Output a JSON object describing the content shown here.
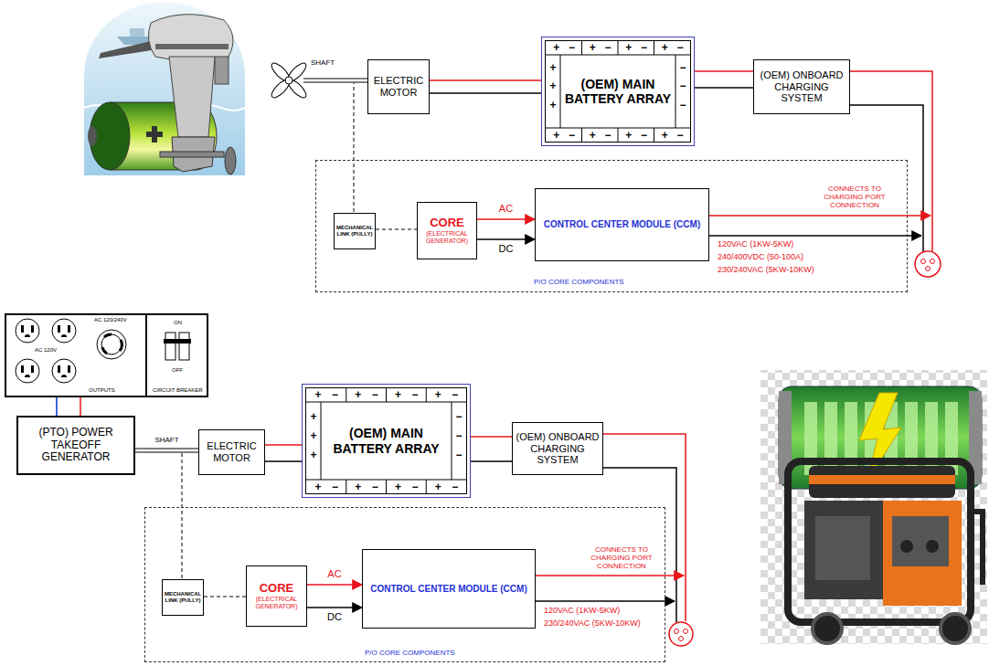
{
  "diagram": {
    "nodes": [
      {
        "text": [
          "ELECTRIC MOTOR"
        ]
      },
      {
        "text": [
          "(OEM) MAIN BATTERY ARRAY"
        ]
      },
      {
        "text": [
          "(OEM) ONBOARD CHARGING SYSTEM"
        ]
      },
      {
        "text": [
          "P/O CORE COMPONENTS"
        ]
      },
      {
        "text": [
          "MECHANICAL LINK (PULLY)"
        ],
        "in": 3
      },
      {
        "text": [
          "CORE",
          "(ELECTRICAL GENERATOR)"
        ],
        "in": 3
      },
      {
        "text": [
          "CONTROL CENTER MODULE (CCM)"
        ],
        "in": 3
      },
      {
        "text": [
          "AC 120/240V",
          "AC 120V",
          "OUTPUTS",
          "ON",
          "OFF",
          "CIRCUIT BREAKER"
        ]
      },
      {
        "text": [
          "(PTO) POWER TAKEOFF GENERATOR"
        ]
      },
      {
        "text": [
          "ELECTRIC MOTOR"
        ]
      },
      {
        "text": [
          "(OEM) MAIN BATTERY ARRAY"
        ]
      },
      {
        "text": [
          "(OEM) ONBOARD CHARGING SYSTEM"
        ]
      },
      {
        "text": [
          "P/O CORE COMPONENTS"
        ]
      },
      {
        "text": [
          "MECHANICAL LINK (PULLY)"
        ],
        "in": 12
      },
      {
        "text": [
          "CORE",
          "(ELECTRICAL GENERATOR)"
        ],
        "in": 12
      },
      {
        "text": [
          "CONTROL CENTER MODULE (CCM)"
        ],
        "in": 12
      }
    ],
    "edges": [
      {
        "from": 0,
        "to": 1,
        "arrow": "none"
      },
      {
        "from": 0,
        "to": 1,
        "arrow": "none"
      },
      {
        "from": 1,
        "to": 2,
        "arrow": "none"
      },
      {
        "from": 1,
        "to": 2,
        "arrow": "none"
      },
      {
        "from": 4,
        "to": 5,
        "arrow": "none"
      },
      {
        "from": 5,
        "to": 6,
        "label": "AC",
        "arrow": "to"
      },
      {
        "from": 5,
        "to": 6,
        "label": "DC",
        "arrow": "to"
      },
      {
        "from": 8,
        "to": 7,
        "arrow": "none"
      },
      {
        "from": 8,
        "to": 7,
        "arrow": "none"
      },
      {
        "from": 8,
        "to": 9,
        "label": "SHAFT",
        "arrow": "none"
      },
      {
        "from": 9,
        "to": 10,
        "arrow": "none"
      },
      {
        "from": 9,
        "to": 10,
        "arrow": "none"
      },
      {
        "from": 10,
        "to": 11,
        "arrow": "none"
      },
      {
        "from": 10,
        "to": 11,
        "arrow": "none"
      },
      {
        "from": 13,
        "to": 14,
        "arrow": "none"
      },
      {
        "from": 14,
        "to": 15,
        "label": "AC",
        "arrow": "to"
      },
      {
        "from": 14,
        "to": 15,
        "label": "DC",
        "arrow": "to"
      }
    ],
    "labels": [
      "SHAFT",
      "CONNECTS TO CHARGING PORT CONNECTION",
      "120VAC (1KW-5KW)",
      "240/400VDC (50-100A)",
      "230/240VAC (5KW-10KW)",
      "+",
      "−",
      "+",
      "−",
      "+",
      "−",
      "+",
      "−",
      "+",
      "−",
      "+",
      "−",
      "+",
      "−",
      "+",
      "−",
      "+",
      "−",
      "+",
      "−",
      "+",
      "−",
      "CONNECTS TO CHARGING PORT CONNECTION",
      "120VAC (1KW-5KW)",
      "230/240VAC (5KW-10KW)",
      "+",
      "−",
      "+",
      "−",
      "+",
      "−",
      "+",
      "−",
      "+",
      "−",
      "+",
      "−",
      "+",
      "−",
      "+",
      "−",
      "+",
      "−",
      "+",
      "−",
      "+",
      "−"
    ]
  }
}
